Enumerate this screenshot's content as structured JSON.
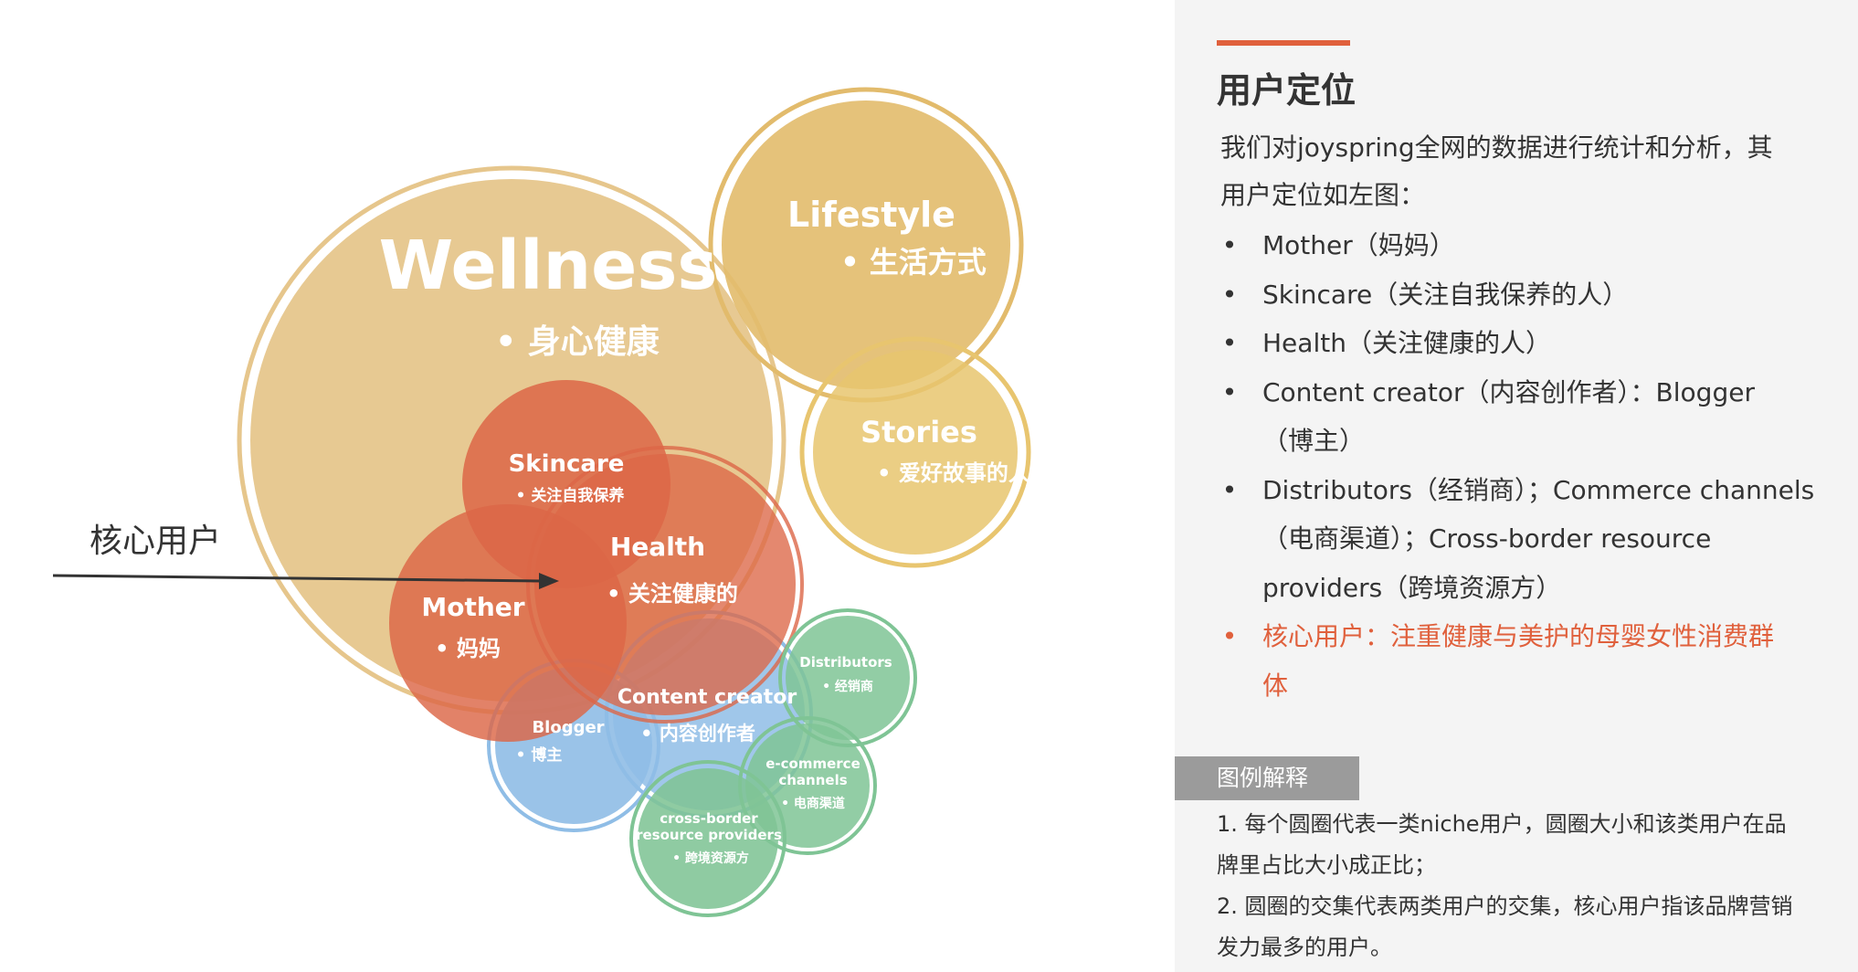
{
  "diagram": {
    "circles": {
      "wellness": {
        "title": "Wellness",
        "subtitle": "• 身心健康"
      },
      "lifestyle": {
        "title": "Lifestyle",
        "subtitle": "• 生活方式"
      },
      "stories": {
        "title": "Stories",
        "subtitle": "• 爱好故事的人"
      },
      "skincare": {
        "title": "Skincare",
        "subtitle": "• 关注自我保养"
      },
      "health": {
        "title": "Health",
        "subtitle": "• 关注健康的"
      },
      "mother": {
        "title": "Mother",
        "subtitle": "• 妈妈"
      },
      "blogger": {
        "title": "Blogger",
        "subtitle": "• 博主"
      },
      "content_creator": {
        "title": "Content creator",
        "subtitle": "• 内容创作者"
      },
      "distributors": {
        "title": "Distributors",
        "subtitle": "• 经销商"
      },
      "ecommerce": {
        "title_line1": "e-commerce",
        "title_line2": "channels",
        "subtitle": "• 电商渠道"
      },
      "crossborder": {
        "title_line1": "cross-border",
        "title_line2": "resource providers",
        "subtitle": "• 跨境资源方"
      }
    },
    "core_label": "核心用户",
    "colors": {
      "wellness": "#e6c68c",
      "lifestyle": "#e2bb6c",
      "stories": "#e8c56f",
      "red": "#dc6647",
      "blue": "#8fbde6",
      "green": "#7fc495",
      "arrow": "#333333"
    }
  },
  "panel": {
    "title": "用户定位",
    "intro_line1": "我们对joyspring全网的数据进行统计和分析，其",
    "intro_line2": "用户定位如左图：",
    "bullet_mark": "•",
    "bullets": {
      "b1": "Mother（妈妈）",
      "b2": "Skincare（关注自我保养的人）",
      "b3": "Health（关注健康的人）",
      "b4_line1": "Content creator（内容创作者）：Blogger",
      "b4_line2": "（博主）",
      "b5_line1": "Distributors（经销商）；Commerce channels",
      "b5_line2": "（电商渠道）；Cross-border resource",
      "b5_line3": "providers（跨境资源方）",
      "b6_line1": "核心用户：注重健康与美护的母婴女性消费群",
      "b6_line2": "体"
    },
    "legend": {
      "tab_label": "图例解释",
      "note1_line1": "1. 每个圆圈代表一类niche用户，圆圈大小和该类用户在品",
      "note1_line2": "牌里占比大小成正比；",
      "note2_line1": "2. 圆圈的交集代表两类用户的交集，核心用户指该品牌营销",
      "note2_line2": "发力最多的用户。"
    },
    "accent_color": "#e0603c"
  }
}
